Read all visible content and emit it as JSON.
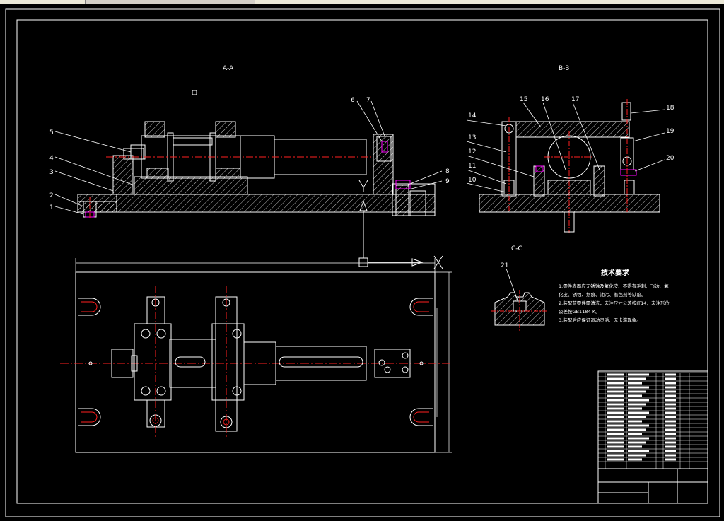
{
  "section_titles": {
    "aa": "A-A",
    "bb": "B-B",
    "cc": "C-C"
  },
  "part_numbers": [
    "1",
    "2",
    "3",
    "4",
    "5",
    "6",
    "7",
    "8",
    "9",
    "10",
    "11",
    "12",
    "13",
    "14",
    "15",
    "16",
    "17",
    "18",
    "19",
    "20",
    "21"
  ],
  "tech_requirements": {
    "title": "技术要求",
    "lines": [
      "1.零件表面应无锈蚀及氧化皮、不得有毛刺、飞边、氧",
      "化皮、锈蚀、划痕、油污、着色剂等缺陷。",
      "2.装配前零件需清洗，未注尺寸公差按IT14，未注形位",
      "公差按GB1184-K。",
      "3.装配后应保证运动灵活、无卡滞现象。"
    ]
  },
  "icons": [
    "viewport-window",
    "coordinate-axis-icon"
  ],
  "colors": {
    "background": "#000000",
    "lines": "#ffffff",
    "centerline": "#ff2020",
    "hatch": "#ffffff",
    "highlight": "#ff00ff"
  }
}
